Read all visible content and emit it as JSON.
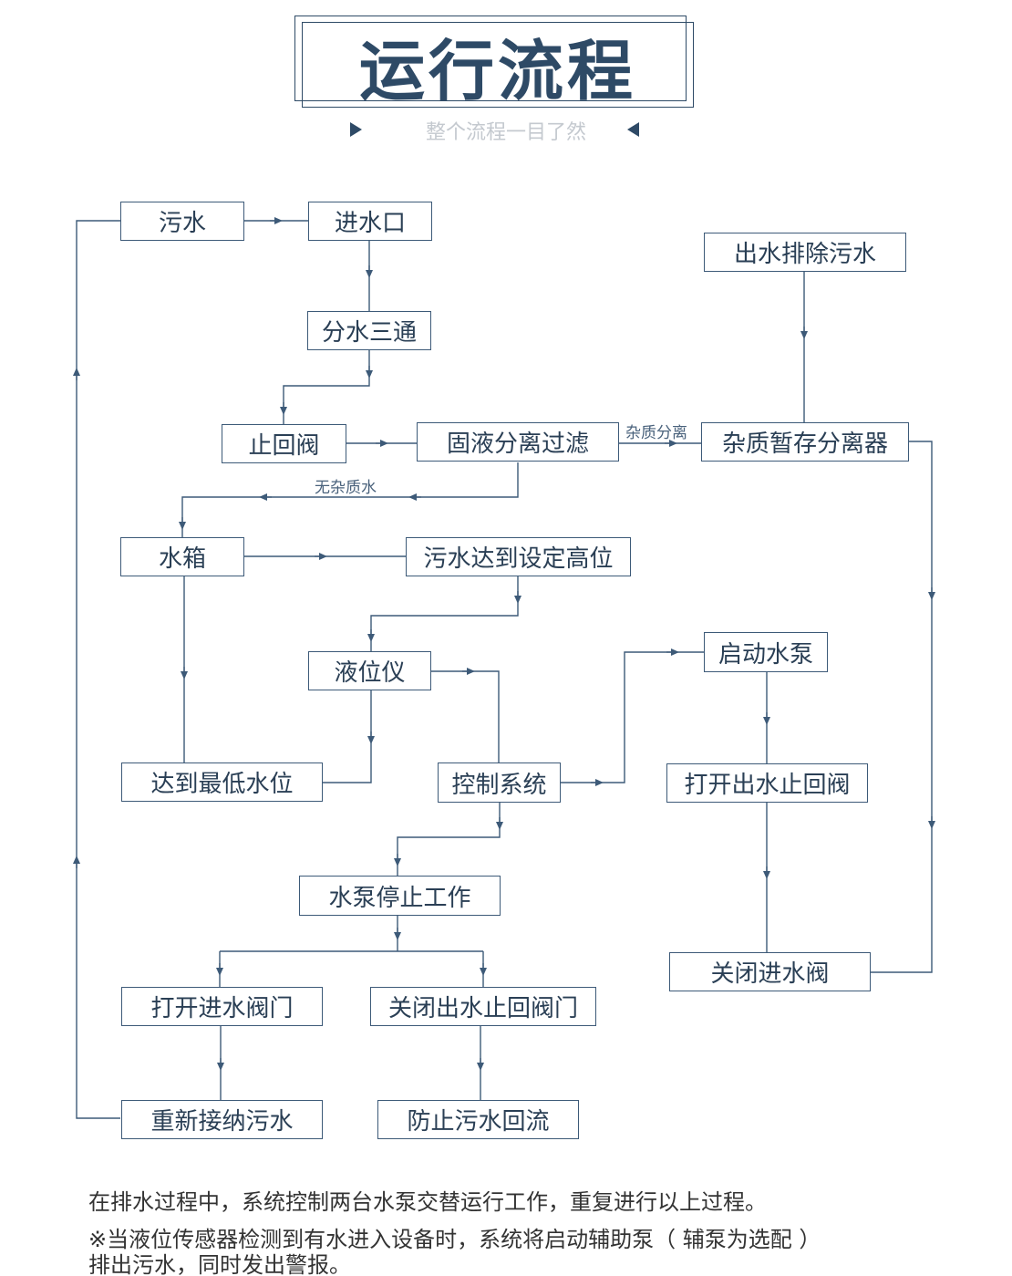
{
  "title": "运行流程",
  "subtitle": "整个流程一目了然",
  "nodes": {
    "wushui": "污水",
    "jinshuikou": "进水口",
    "chushui_paichu": "出水排除污水",
    "fenshui_santong": "分水三通",
    "zhihuifa": "止回阀",
    "guye_fenli": "固液分离过滤",
    "zazhi_zancun": "杂质暂存分离器",
    "shuixiang": "水箱",
    "gaowei": "污水达到设定高位",
    "yeweiyi": "液位仪",
    "qidong_shuibeng": "启动水泵",
    "zuidi_shuiwei": "达到最低水位",
    "kongzhi_xitong": "控制系统",
    "dakai_chushui": "打开出水止回阀",
    "tingzhi": "水泵停止工作",
    "guanbi_jinshuifa": "关闭进水阀",
    "dakai_jinshui_famen": "打开进水阀门",
    "guanbi_chushui_famen": "关闭出水止回阀门",
    "chongxin_jiena": "重新接纳污水",
    "fangzhi_huiliu": "防止污水回流"
  },
  "edge_labels": {
    "zazhi_fenli": "杂质分离",
    "wu_zazhi_shui": "无杂质水"
  },
  "footer": {
    "line1": "在排水过程中，系统控制两台水泵交替运行工作，重复进行以上过程。",
    "line2": "※当液位传感器检测到有水进入设备时，系统将启动辅助泵（ 辅泵为选配 ）",
    "line3": "排出污水，同时发出警报。"
  },
  "colors": {
    "primary": "#2e4a66",
    "box_border": "#3d5a78",
    "subtitle": "#c4c9cf"
  }
}
